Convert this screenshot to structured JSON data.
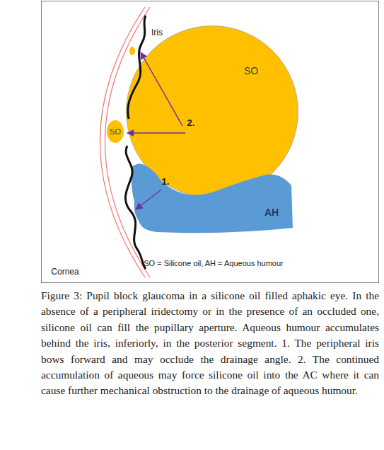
{
  "diagram": {
    "caption": "Figure 3: Pupil block glaucoma in a silicone oil filled aphakic eye. In the absence of a peripheral iridectomy or in the presence of an occluded one, silicone oil can fill the pupillary aperture. Aqueous humour accumulates behind the iris, inferiorly, in the posterior segment. 1. The peripheral iris bows forward and may occlude the drainage angle. 2. The continued accumulation of aqueous may force silicone oil into the AC where it can cause further mechanical obstruction to the drainage of aqueous humour.",
    "nodes": [
      {
        "text": [
          "SO"
        ]
      },
      {
        "text": [
          "SO"
        ]
      },
      {
        "text": [
          "AH"
        ]
      }
    ],
    "labels": [
      "Iris",
      "1.",
      "2.",
      "Cornea",
      "SO = Silicone oil, AH = Aqueous humour"
    ]
  }
}
